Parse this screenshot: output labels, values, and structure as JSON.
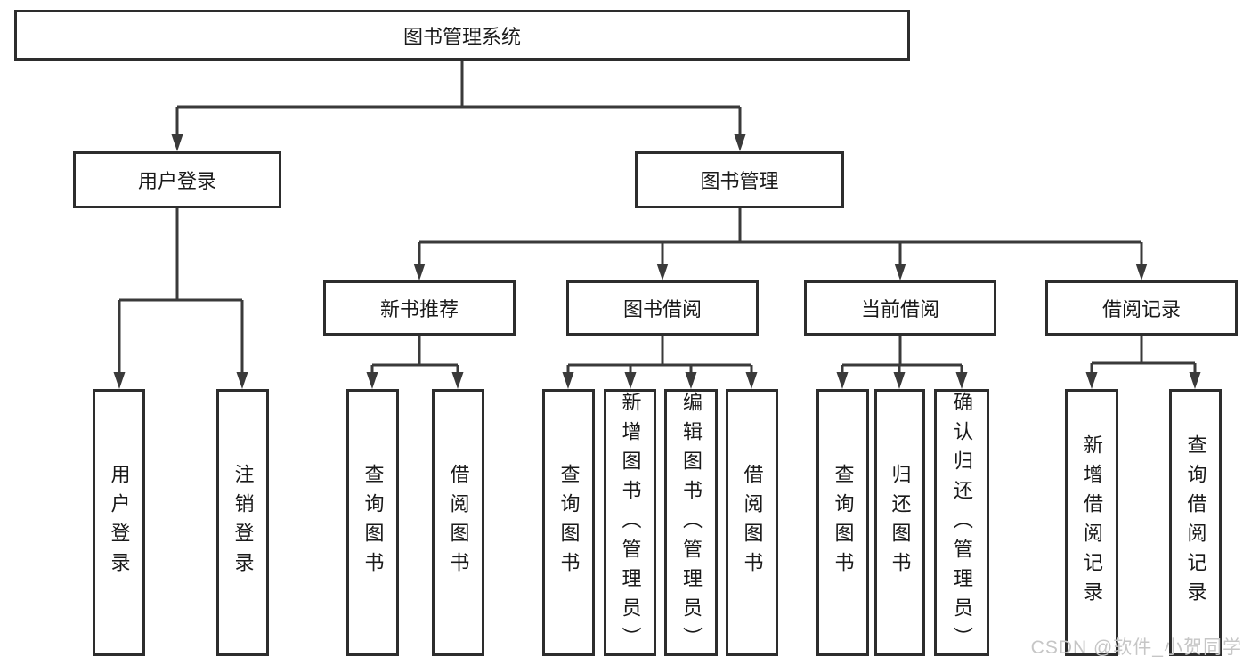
{
  "tree": {
    "root": {
      "label": "图书管理系统"
    },
    "children": [
      {
        "label": "用户登录",
        "children": [
          {
            "label": "用户登录"
          },
          {
            "label": "注销登录"
          }
        ]
      },
      {
        "label": "图书管理",
        "children": [
          {
            "label": "新书推荐",
            "children": [
              {
                "label": "查询图书"
              },
              {
                "label": "借阅图书"
              }
            ]
          },
          {
            "label": "图书借阅",
            "children": [
              {
                "label": "查询图书"
              },
              {
                "label": "新增图书（管理员）"
              },
              {
                "label": "编辑图书（管理员）"
              },
              {
                "label": "借阅图书"
              }
            ]
          },
          {
            "label": "当前借阅",
            "children": [
              {
                "label": "查询图书"
              },
              {
                "label": "归还图书"
              },
              {
                "label": "确认归还（管理员）"
              }
            ]
          },
          {
            "label": "借阅记录",
            "children": [
              {
                "label": "新增借阅记录"
              },
              {
                "label": "查询借阅记录"
              }
            ]
          }
        ]
      }
    ]
  },
  "watermark": "CSDN @软件_小贺同学",
  "colors": {
    "line": "#3a3a3a",
    "box_border": "#2d2d2d",
    "text": "#1a1a1a",
    "watermark": "#c6c6c6",
    "bg": "#ffffff"
  }
}
